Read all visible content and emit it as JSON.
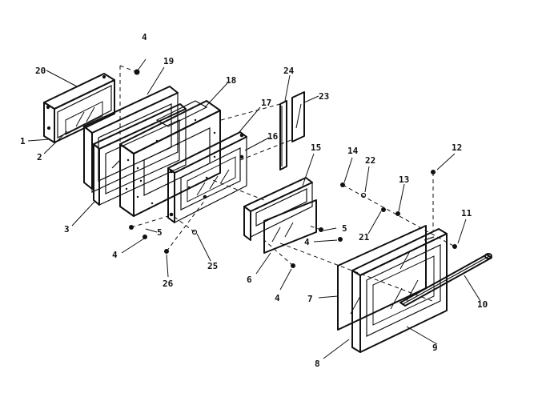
{
  "diagram": {
    "callouts": {
      "c1": "1",
      "c2": "2",
      "c3": "3",
      "c4a": "4",
      "c4b": "4",
      "c4c": "4",
      "c4d": "4",
      "c5a": "5",
      "c5b": "5",
      "c6": "6",
      "c7": "7",
      "c8": "8",
      "c9": "9",
      "c10": "10",
      "c11": "11",
      "c12": "12",
      "c13": "13",
      "c14": "14",
      "c15": "15",
      "c16": "16",
      "c17": "17",
      "c18": "18",
      "c19": "19",
      "c20": "20",
      "c21": "21",
      "c22": "22",
      "c23": "23",
      "c24": "24",
      "c25": "25",
      "c26": "26"
    }
  }
}
